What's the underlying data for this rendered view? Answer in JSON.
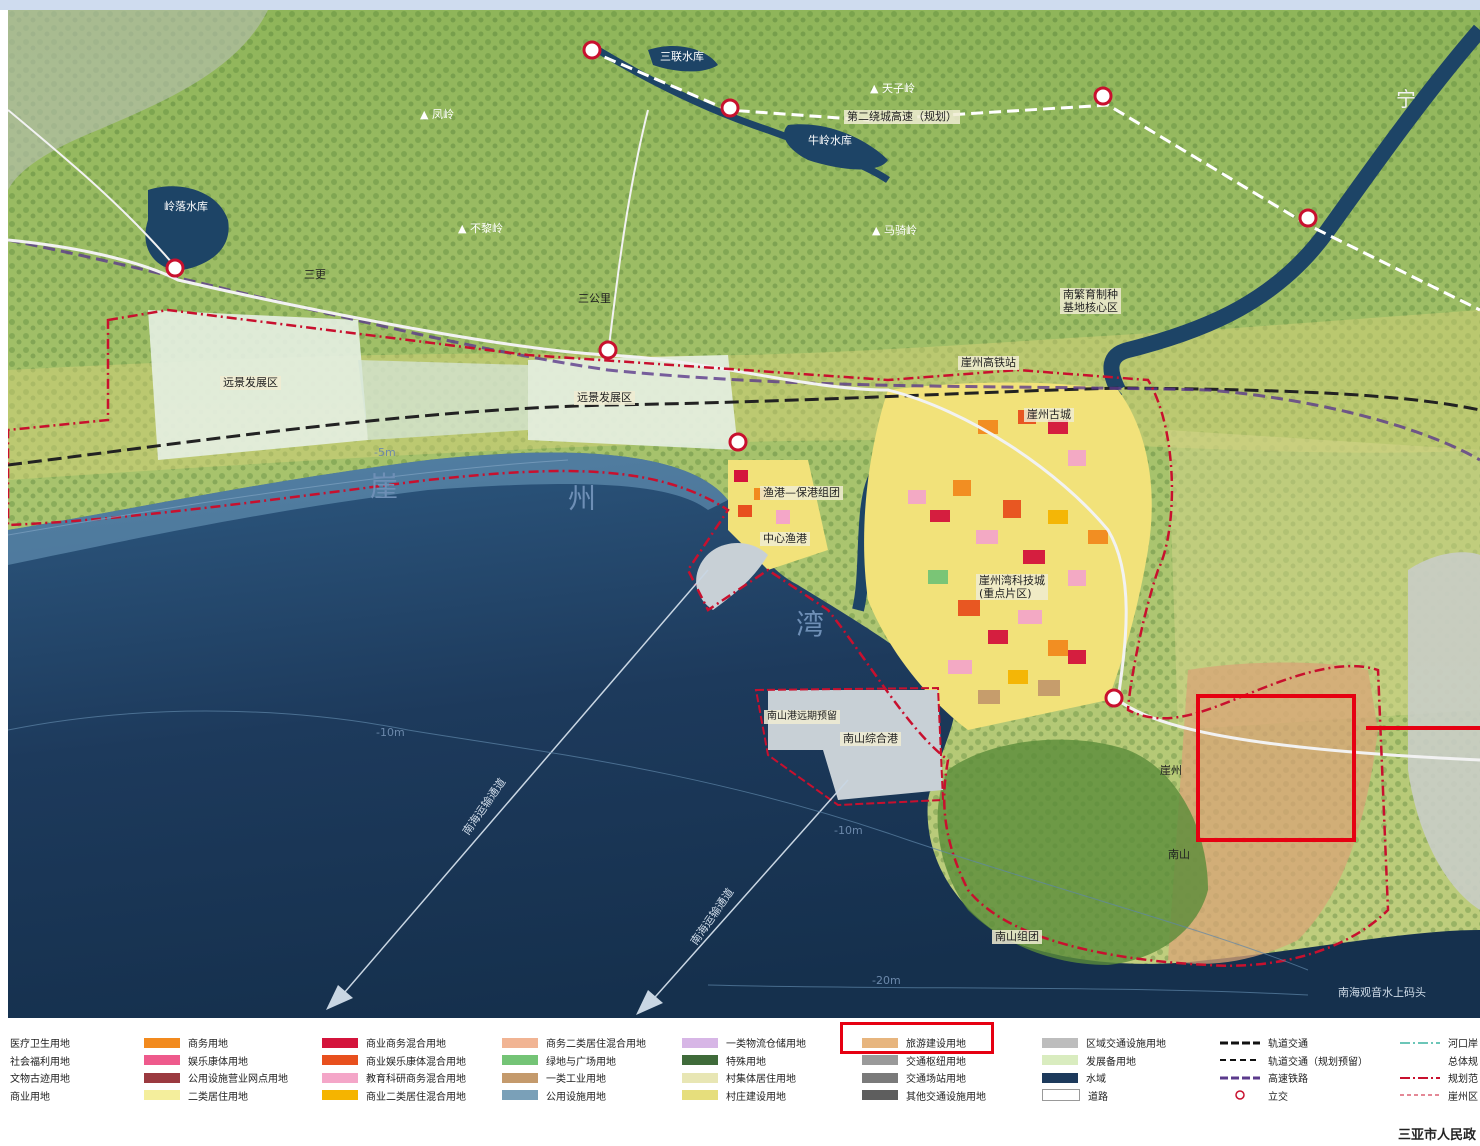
{
  "map": {
    "labels": {
      "sanlian_reservoir": "三联水库",
      "fengling": "▲ 凤岭",
      "tianziling": "▲ 天子岭",
      "second_ring_highway": "第二绕城高速（规划）",
      "niuling_reservoir": "牛岭水库",
      "lingluo_reservoir": "岭落水库",
      "sanlong": "三更",
      "bugeling": "▲ 不黎岭",
      "maopo": "▲ 马骑岭",
      "sanyagong": "三公里",
      "nanfan": "南繁育制种\n基地核心区",
      "yazhou_station": "崖州高铁站",
      "yuanjing_west": "远景发展区",
      "yuanjing_mid": "远景发展区",
      "yazhou_old_town": "崖州古城",
      "yugang_group": "渔港—保港组团",
      "center_fish_port": "中心渔港",
      "tech_city": "崖州湾科技城\n(重点片区)",
      "nanshan_port": "南山综合港",
      "nanshan_logistics": "南山港远期预留",
      "nanshan_group": "南山组团",
      "guanyin_pier": "南海观音水上码头",
      "shipping_1": "南海运输通道",
      "shipping_2": "南海运输通道",
      "depth_5": "-5m",
      "depth_10a": "-10m",
      "depth_10b": "-10m",
      "depth_20": "-20m",
      "bay_1": "崖",
      "bay_2": "州",
      "bay_3": "湾",
      "river_ning": "宁",
      "nanshan": "南山",
      "yazhou_small": "崖州"
    },
    "colors": {
      "sea": "#1d3a5c",
      "land": "#9fbe6a",
      "boundary": "#c8102e",
      "highlight": "#e60012"
    }
  },
  "legend": {
    "columns": [
      [
        {
          "label": "医疗卫生用地"
        },
        {
          "label": "社会福利用地"
        },
        {
          "label": "文物古迹用地"
        },
        {
          "label": "商业用地"
        }
      ],
      [
        {
          "label": "商务用地",
          "color": "#f28a1e"
        },
        {
          "label": "娱乐康体用地",
          "color": "#ee5a8c"
        },
        {
          "label": "公用设施营业网点用地",
          "color": "#9b3a40"
        },
        {
          "label": "二类居住用地",
          "color": "#f4ee9c"
        }
      ],
      [
        {
          "label": "商业商务混合用地",
          "color": "#d4143c"
        },
        {
          "label": "商业娱乐康体混合用地",
          "color": "#e8501e"
        },
        {
          "label": "教育科研商务混合用地",
          "color": "#f4a6c8"
        },
        {
          "label": "商业二类居住混合用地",
          "color": "#f5b400"
        }
      ],
      [
        {
          "label": "商务二类居住混合用地",
          "color": "#f1b493"
        },
        {
          "label": "绿地与广场用地",
          "color": "#74c476"
        },
        {
          "label": "一类工业用地",
          "color": "#c49a6c"
        },
        {
          "label": "公用设施用地",
          "color": "#7aa0b8"
        }
      ],
      [
        {
          "label": "一类物流仓储用地",
          "color": "#d7b6e6"
        },
        {
          "label": "特殊用地",
          "color": "#3f6b3a"
        },
        {
          "label": "村集体居住用地",
          "color": "#e8e6b4"
        },
        {
          "label": "村庄建设用地",
          "color": "#e6de7c"
        }
      ],
      [
        {
          "label": "旅游建设用地",
          "color": "#e7b57e"
        },
        {
          "label": "交通枢纽用地",
          "color": "#9a9a9a"
        },
        {
          "label": "交通场站用地",
          "color": "#7a7a7a"
        },
        {
          "label": "其他交通设施用地",
          "color": "#5e5e5e"
        }
      ],
      [
        {
          "label": "区域交通设施用地",
          "color": "#bdbdbd"
        },
        {
          "label": "发展备用地",
          "color": "#d9ecbf"
        },
        {
          "label": "水域",
          "color": "#1d3a5c"
        },
        {
          "label": "道路",
          "color": "#ffffff"
        }
      ],
      [
        {
          "label": "轨道交通",
          "style": "rail"
        },
        {
          "label": "轨道交通（规划预留）",
          "style": "rail-dash"
        },
        {
          "label": "高速铁路",
          "style": "hsr"
        },
        {
          "label": "立交",
          "style": "interchange"
        }
      ],
      [
        {
          "label": "河口岸",
          "style": "coast"
        },
        {
          "label": "总体规",
          "style": "none"
        },
        {
          "label": "规划范",
          "style": "plan-boundary"
        },
        {
          "label": "崖州区",
          "style": "district"
        }
      ]
    ]
  },
  "footer": {
    "text": "三亚市人民政"
  }
}
